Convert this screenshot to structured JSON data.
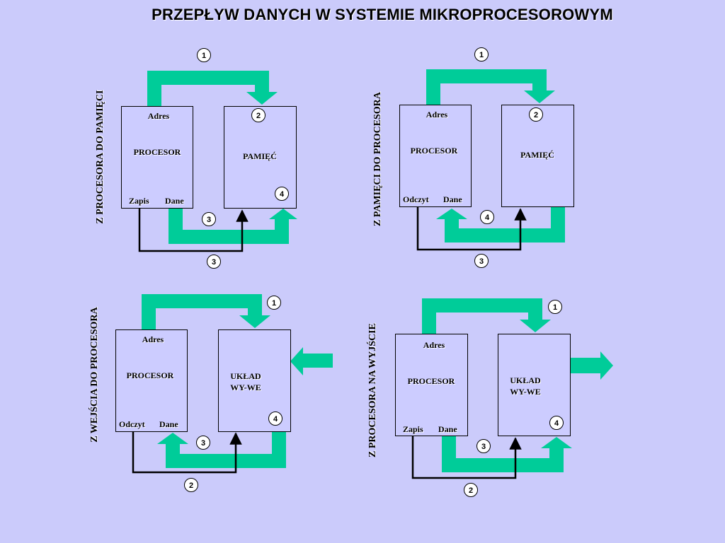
{
  "title": "PRZEPŁYW DANYCH W SYSTEMIE MIKROPROCESOROWYM",
  "colors": {
    "background": "#cbcbfb",
    "arrow": "#00cc99",
    "box": "#ccccff"
  },
  "panels": [
    {
      "side_label": "Z PROCESORA DO PAMIĘCI",
      "proc": {
        "adres": "Adres",
        "name": "PROCESOR",
        "left": "Zapis",
        "right": "Dane"
      },
      "dest": {
        "name": "PAMIĘĆ"
      },
      "nums": [
        "1",
        "2",
        "3",
        "4",
        "3"
      ]
    },
    {
      "side_label": "Z PAMIĘCI DO PROCESORA",
      "proc": {
        "adres": "Adres",
        "name": "PROCESOR",
        "left": "Odczyt",
        "right": "Dane"
      },
      "dest": {
        "name": "PAMIĘĆ"
      },
      "nums": [
        "1",
        "2",
        "4",
        "3"
      ]
    },
    {
      "side_label": "Z WEJŚCIA DO PROCESORA",
      "proc": {
        "adres": "Adres",
        "name": "PROCESOR",
        "left": "Odczyt",
        "right": "Dane"
      },
      "dest": {
        "name_line1": "UKŁAD",
        "name_line2": "WY-WE"
      },
      "nums": [
        "1",
        "4",
        "3",
        "2"
      ]
    },
    {
      "side_label": "Z PROCESORA NA WYJŚCIE",
      "proc": {
        "adres": "Adres",
        "name": "PROCESOR",
        "left": "Zapis",
        "right": "Dane"
      },
      "dest": {
        "name_line1": "UKŁAD",
        "name_line2": "WY-WE"
      },
      "nums": [
        "1",
        "4",
        "3",
        "2"
      ]
    }
  ]
}
